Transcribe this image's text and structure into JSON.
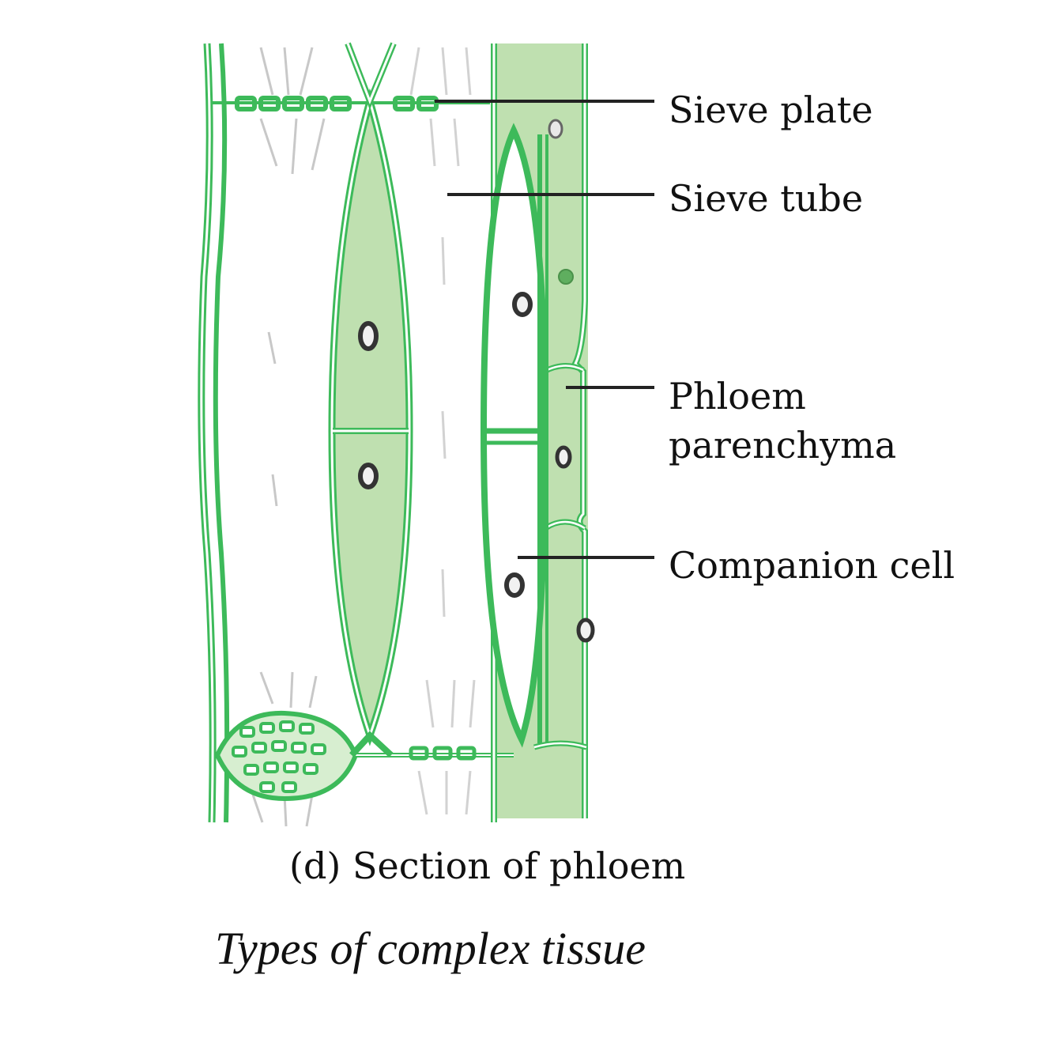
{
  "diagram": {
    "labels": {
      "sieve_plate": "Sieve plate",
      "sieve_tube": "Sieve tube",
      "phloem_parenchyma_line1": "Phloem",
      "phloem_parenchyma_line2": "parenchyma",
      "companion_cell": "Companion cell"
    },
    "caption": "(d) Section of phloem",
    "figure_title": "Types of complex tissue",
    "colors": {
      "cell_wall": "#3dba5a",
      "wall_inner": "#ffffff",
      "cell_fill": "#bfe0b0",
      "nucleus": "#333333",
      "leader_line": "#222222"
    }
  }
}
